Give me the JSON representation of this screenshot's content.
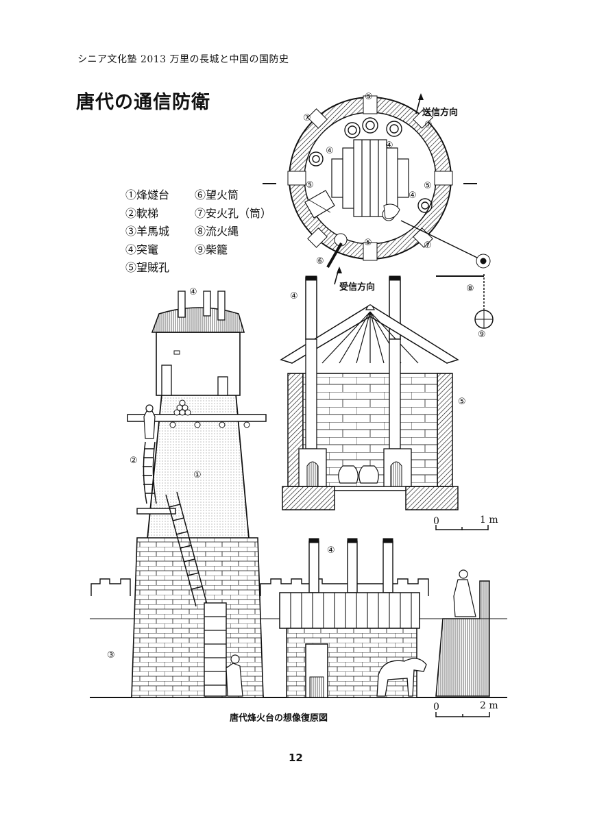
{
  "header": "シニア文化塾 2013 万里の長城と中国の国防史",
  "title": "唐代の通信防衛",
  "legend": {
    "col1": [
      "①烽燧台",
      "②軟梯",
      "③羊馬城",
      "④突竃",
      "⑤望賊孔"
    ],
    "col2": [
      "⑥望火筒",
      "⑦安火孔（筒）",
      "⑧流火縄",
      "⑨柴籠"
    ]
  },
  "markers": {
    "m1": "①",
    "m2": "②",
    "m3": "③",
    "m4": "④",
    "m5": "⑤",
    "m6": "⑥",
    "m7": "⑦",
    "m8": "⑧",
    "m9": "⑨"
  },
  "directions": {
    "send": "送信方向",
    "receive": "受信方向"
  },
  "scales": {
    "upper": {
      "zero": "0",
      "end": "1 m"
    },
    "lower": {
      "zero": "0",
      "end": "2 m"
    }
  },
  "caption": "唐代烽火台の想像復原図",
  "page_number": "12"
}
